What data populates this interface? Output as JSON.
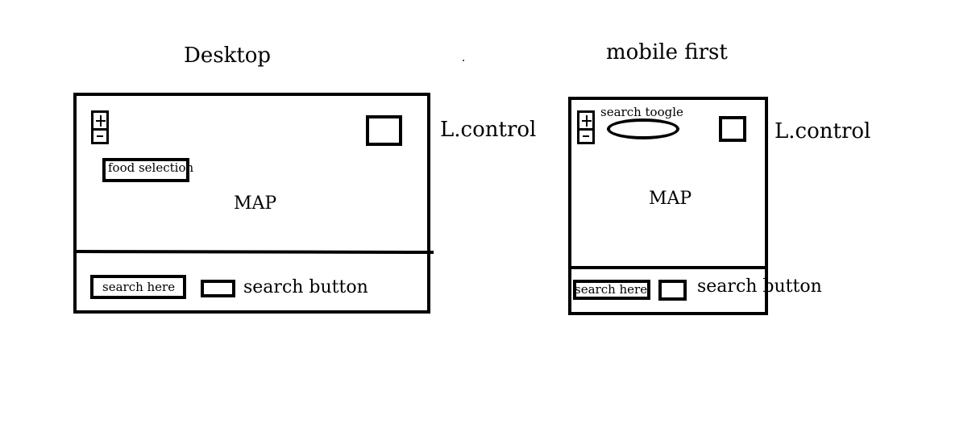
{
  "desktop": {
    "heading": "Desktop",
    "map_label": "MAP",
    "food_selection": "food selection",
    "search_input": "search here",
    "search_button_label": "search button",
    "control_label": "L.control"
  },
  "mobile": {
    "heading": "mobile first",
    "search_toggle": "search toogle",
    "map_label": "MAP",
    "search_input": "search here",
    "search_button_label": "search button",
    "control_label": "L.control"
  },
  "colors": {
    "stroke": "#000000",
    "background": "#ffffff"
  }
}
